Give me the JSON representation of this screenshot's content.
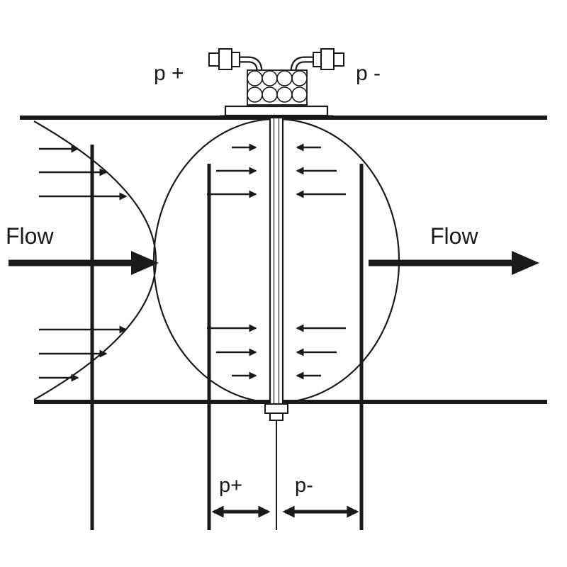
{
  "diagram": {
    "name": "averaging-pitot-tube-flow-measurement",
    "background": "#ffffff",
    "ink": "#1a1a1a",
    "labels": {
      "flow_left": "Flow",
      "flow_right": "Flow",
      "tap_high": "p +",
      "tap_low": "p -",
      "zone_high": "p+",
      "zone_low": "p-"
    }
  }
}
